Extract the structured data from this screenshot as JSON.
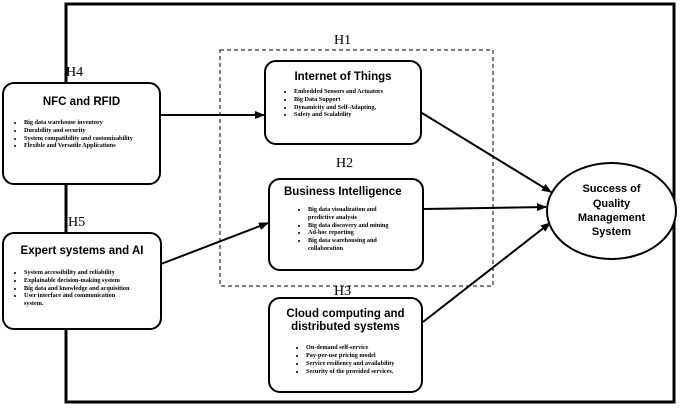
{
  "hypotheses": {
    "h1": "H1",
    "h2": "H2",
    "h3": "H3",
    "h4": "H4",
    "h5": "H5"
  },
  "nfc": {
    "title": "NFC and RFID",
    "items": [
      "Big data warehouse inventory",
      "Durability and security",
      "System compatibility and customizability",
      "Flexible and Versatile Applications"
    ]
  },
  "expert": {
    "title": "Expert systems and AI",
    "items": [
      "System accessibility and reliability",
      "Explainable decision-making system",
      "Big data and knowledge and acquisition",
      "User interface and communication system."
    ]
  },
  "iot": {
    "title": "Internet of Things",
    "items": [
      "Embedded Sensors and Actuators",
      "Big Data Support",
      "Dynamicity and Self-Adapting,",
      "Safety and Scalability"
    ]
  },
  "bi": {
    "title": "Business Intelligence",
    "items": [
      "Big data visualization and predictive analysis",
      "Big data discovery and mining",
      "Ad-hoc reporting",
      "Big data warehousing and collaboration"
    ]
  },
  "cloud": {
    "title": "Cloud computing and distributed systems",
    "items": [
      "On-demand self-service",
      "Pay-per-use pricing model",
      "Service resiliency and availability",
      "Security of the provided services."
    ]
  },
  "outcome": {
    "label": "Success of\nQuality\nManagement\nSystem"
  }
}
